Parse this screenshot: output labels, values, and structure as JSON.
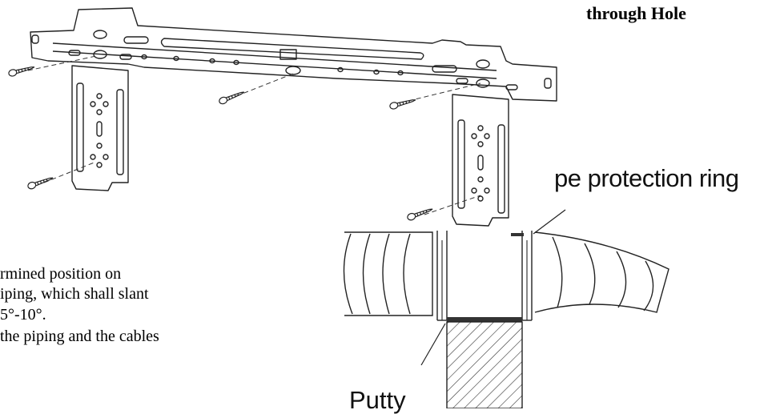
{
  "heading": "through Hole",
  "body_lines": [
    "rmined position on",
    "iping, which shall slant",
    "5°-10°.",
    "the piping and the cables"
  ],
  "labels": {
    "ring": "pe protection ring",
    "putty": "Putty"
  }
}
